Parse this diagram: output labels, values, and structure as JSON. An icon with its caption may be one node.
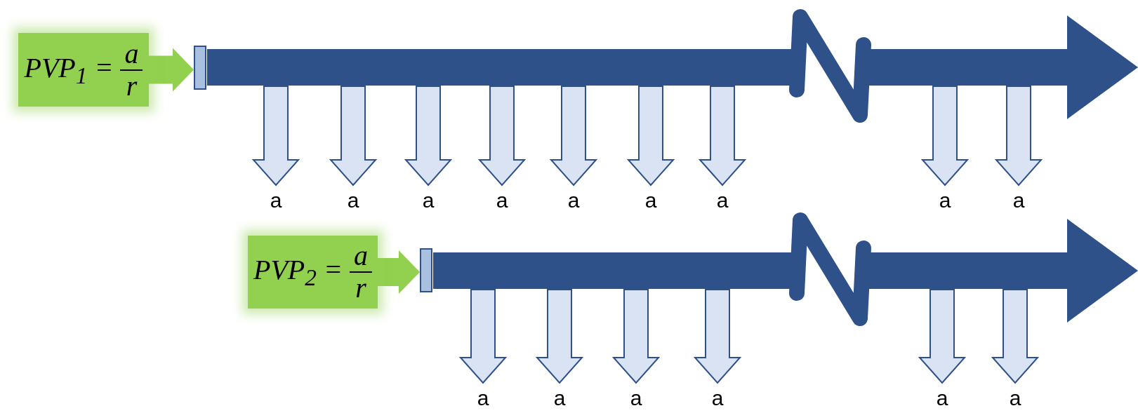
{
  "diagram": {
    "nodes": [
      {
        "text": [
          "PVP$_{1}$ =",
          "a",
          "r"
        ]
      },
      {
        "text": [],
        "shape": "bar"
      },
      {
        "text": [],
        "shape": "arrow"
      },
      {
        "text": [
          "a"
        ]
      },
      {
        "text": [
          "a"
        ]
      },
      {
        "text": [
          "a"
        ]
      },
      {
        "text": [
          "a"
        ]
      },
      {
        "text": [
          "a"
        ]
      },
      {
        "text": [
          "a"
        ]
      },
      {
        "text": [
          "a"
        ]
      },
      {
        "text": [
          "a"
        ]
      },
      {
        "text": [
          "a"
        ]
      },
      {
        "text": [
          "PVP$_{2}$ =",
          "a",
          "r"
        ]
      },
      {
        "text": [],
        "shape": "bar"
      },
      {
        "text": [],
        "shape": "arrow"
      },
      {
        "text": [
          "a"
        ]
      },
      {
        "text": [
          "a"
        ]
      },
      {
        "text": [
          "a"
        ]
      },
      {
        "text": [
          "a"
        ]
      },
      {
        "text": [
          "a"
        ]
      },
      {
        "text": [
          "a"
        ]
      }
    ],
    "edges": [
      {
        "from": 0,
        "to": 1,
        "arrow": "to",
        "color": "#92d050"
      },
      {
        "from": 2,
        "to": 3,
        "arrow": "to"
      },
      {
        "from": 2,
        "to": 4,
        "arrow": "to"
      },
      {
        "from": 2,
        "to": 5,
        "arrow": "to"
      },
      {
        "from": 2,
        "to": 6,
        "arrow": "to"
      },
      {
        "from": 2,
        "to": 7,
        "arrow": "to"
      },
      {
        "from": 2,
        "to": 8,
        "arrow": "to"
      },
      {
        "from": 2,
        "to": 9,
        "arrow": "to"
      },
      {
        "from": 2,
        "to": 10,
        "arrow": "to"
      },
      {
        "from": 2,
        "to": 11,
        "arrow": "to"
      },
      {
        "from": 12,
        "to": 13,
        "arrow": "to",
        "color": "#92d050"
      },
      {
        "from": 14,
        "to": 15,
        "arrow": "to"
      },
      {
        "from": 14,
        "to": 16,
        "arrow": "to"
      },
      {
        "from": 14,
        "to": 17,
        "arrow": "to"
      },
      {
        "from": 14,
        "to": 18,
        "arrow": "to"
      },
      {
        "from": 14,
        "to": 19,
        "arrow": "to"
      },
      {
        "from": 14,
        "to": 20,
        "arrow": "to"
      }
    ]
  }
}
